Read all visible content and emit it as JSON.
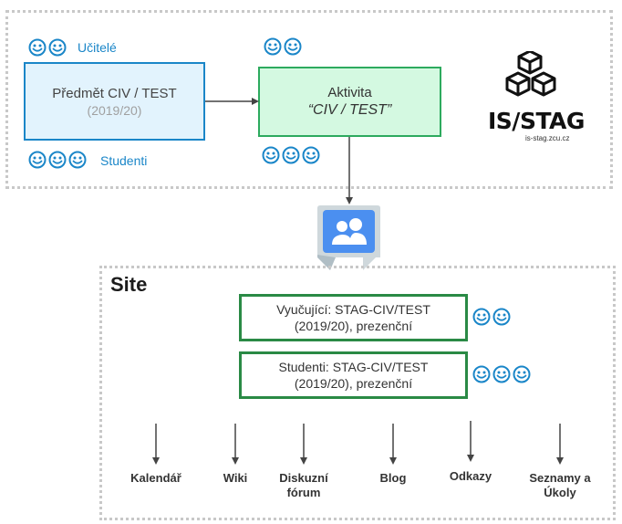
{
  "isstag_section": {
    "teachers_label": "Učitelé",
    "students_label": "Studenti",
    "subject_box": {
      "title": "Předmět CIV / TEST",
      "year": "(2019/20)"
    },
    "activity_box": {
      "title": "Aktivita",
      "code": "“CIV / TEST”"
    },
    "logo": {
      "text": "IS/STAG",
      "subtitle": "is-stag.zcu.cz"
    }
  },
  "site_section": {
    "title": "Site",
    "groups": [
      {
        "line1": "Vyučující: STAG-CIV/TEST",
        "line2": "(2019/20), prezenční",
        "people_count": 2
      },
      {
        "line1": "Studenti: STAG-CIV/TEST",
        "line2": "(2019/20), prezenční",
        "people_count": 3
      }
    ],
    "tools": [
      {
        "line1": "Kalendář",
        "line2": ""
      },
      {
        "line1": "Wiki",
        "line2": ""
      },
      {
        "line1": "Diskuzní",
        "line2": "fórum"
      },
      {
        "line1": "Blog",
        "line2": ""
      },
      {
        "line1": "Odkazy",
        "line2": ""
      },
      {
        "line1": "Seznamy a",
        "line2": "Úkoly"
      }
    ]
  },
  "colors": {
    "accent_blue": "#1a86c8",
    "subject_fill": "#e2f3fd",
    "activity_fill": "#d4f9e1",
    "activity_border": "#2daa5e",
    "group_border": "#2a8a45",
    "frame": "#c8c8c8",
    "google_groups_blue": "#4b8ff0"
  },
  "icons": [
    "smiley-icon",
    "google-groups-icon",
    "isstag-logo-icon"
  ]
}
